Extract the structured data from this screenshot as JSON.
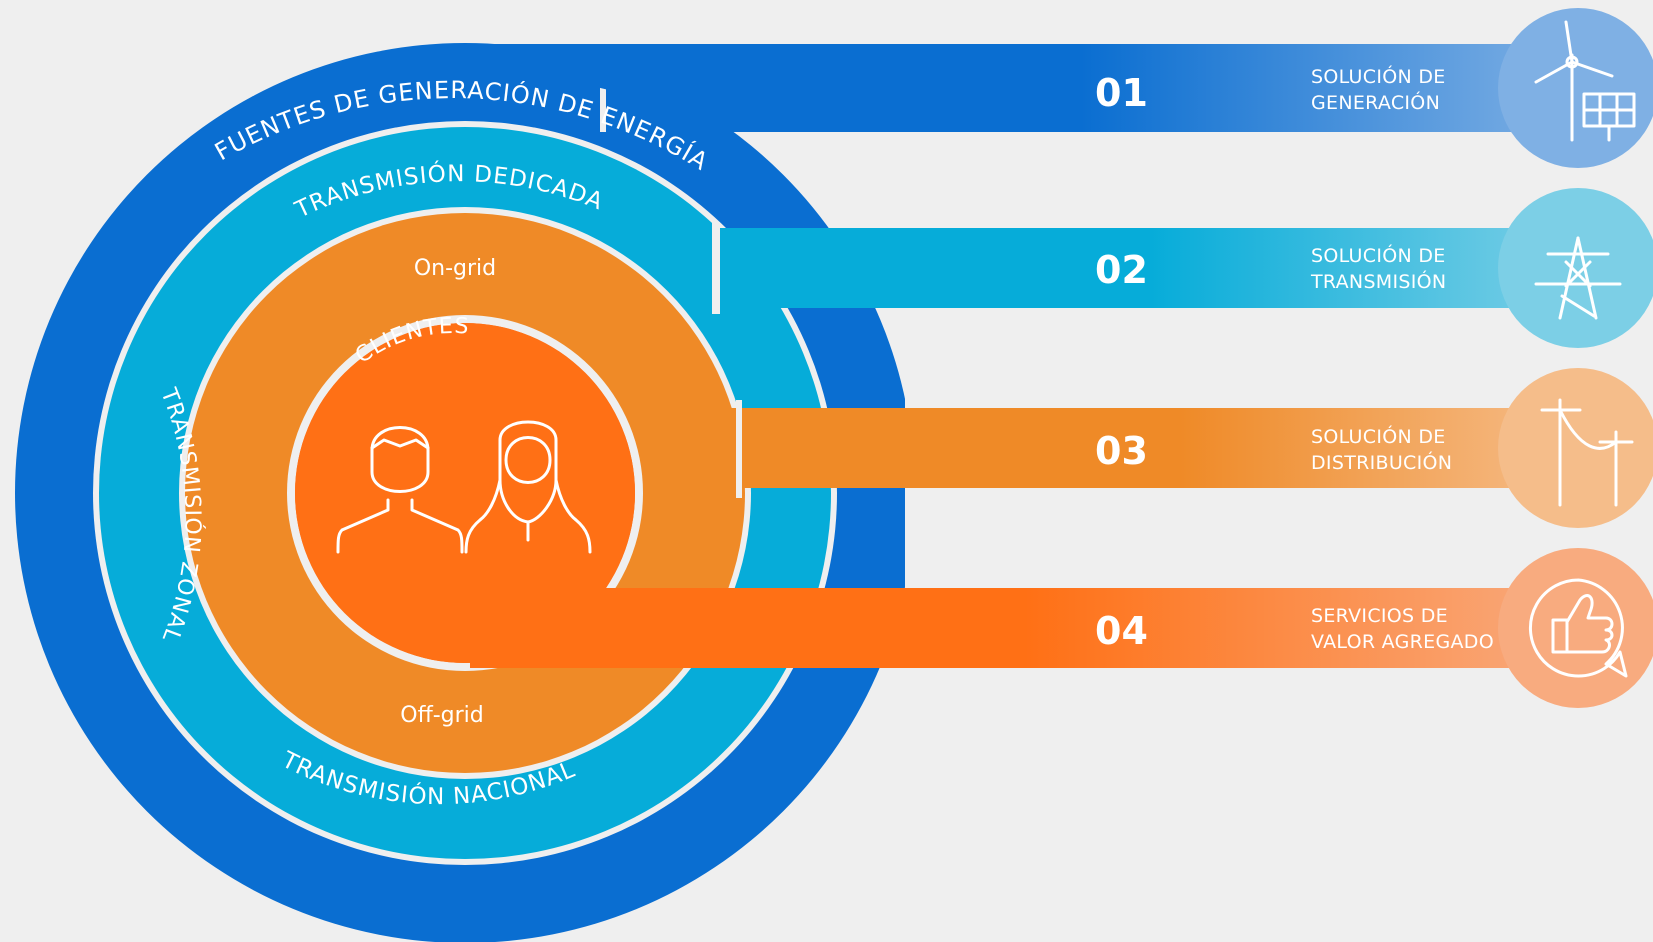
{
  "colors": {
    "background": "#efefef",
    "outer_ring": "#0a6ed1",
    "second_ring": "#06acd9",
    "third_ring": "#ef8a27",
    "center": "#ff7015",
    "separator": "#efefef"
  },
  "rings": {
    "outer_top": "FUENTES DE GENERACIÓN DE ENERGÍA",
    "outer_left": "TRANSMISIÓN ZONAL",
    "second_top": "TRANSMISIÓN DEDICADA",
    "second_bottom": "TRANSMISIÓN NACIONAL",
    "third_top": "On-grid",
    "third_bottom": "Off-grid",
    "center": "CLIENTES"
  },
  "solutions": [
    {
      "number": "01",
      "line1": "SOLUCIÓN DE",
      "line2": "GENERACIÓN",
      "icon": "wind-solar-icon",
      "color_from": "#0a6ed1",
      "color_to": "#7fb0e4"
    },
    {
      "number": "02",
      "line1": "SOLUCIÓN DE",
      "line2": "TRANSMISIÓN",
      "icon": "transmission-tower-icon",
      "color_from": "#06acd9",
      "color_to": "#7ccfe6"
    },
    {
      "number": "03",
      "line1": "SOLUCIÓN DE",
      "line2": "DISTRIBUCIÓN",
      "icon": "utility-pole-icon",
      "color_from": "#ef8a27",
      "color_to": "#f5bd8a"
    },
    {
      "number": "04",
      "line1": "SERVICIOS DE",
      "line2": "VALOR AGREGADO",
      "icon": "thumbs-up-icon",
      "color_from": "#ff7015",
      "color_to": "#f8ab7f"
    }
  ],
  "center_icons": [
    "man-icon",
    "woman-icon"
  ]
}
